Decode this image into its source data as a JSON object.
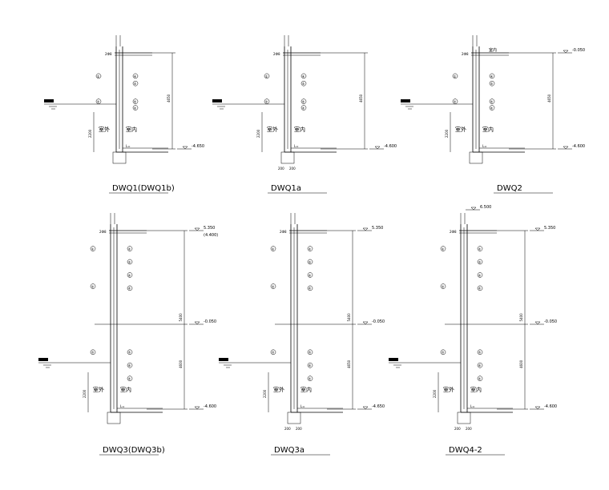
{
  "sections": [
    {
      "title": "DWQ1(DWQ1b)",
      "top_dim": "2Ф8",
      "top_level": "",
      "bottom_level": "-4.650",
      "height_dim": "4650",
      "left_dims": [
        "2200"
      ],
      "outside_label": "室外",
      "inside_label": "室内",
      "footing_label": "L=",
      "has_footing_dims": false,
      "mid_level": ""
    },
    {
      "title": "DWQ1a",
      "top_dim": "2Ф8",
      "top_level": "",
      "bottom_level": "-4.600",
      "height_dim": "4650",
      "left_dims": [
        "2200"
      ],
      "outside_label": "室外",
      "inside_label": "室内",
      "footing_label": "L=",
      "has_footing_dims": true,
      "footing_dims": [
        "200",
        "200"
      ],
      "mid_level": ""
    },
    {
      "title": "DWQ2",
      "top_dim": "2Ф8",
      "top_level": "-0.050",
      "bottom_level": "-4.600",
      "height_dim": "4650",
      "left_dims": [
        "2200"
      ],
      "outside_label": "室外",
      "inside_label": "室内",
      "top_inside_label": "室内",
      "footing_label": "L=",
      "has_footing_dims": false,
      "mid_level": ""
    },
    {
      "title": "DWQ3(DWQ3b)",
      "top_dim": "2Ф8",
      "top_level": "5.350",
      "top_level_alt": "(4.400)",
      "mid_level": "-0.050",
      "bottom_level": "-4.600",
      "height_dim": "5400",
      "height_dim_lower": "4600",
      "left_dims": [
        "2200"
      ],
      "outside_label": "室外",
      "inside_label": "室内",
      "footing_label": "L=",
      "has_footing_dims": false
    },
    {
      "title": "DWQ3a",
      "top_dim": "2Ф8",
      "top_level": "5.350",
      "mid_level": "-0.050",
      "bottom_level": "-4.650",
      "height_dim": "5400",
      "height_dim_lower": "4650",
      "left_dims": [
        "2200"
      ],
      "outside_label": "室外",
      "inside_label": "室内",
      "footing_label": "L=",
      "has_footing_dims": true,
      "footing_dims": [
        "200",
        "200"
      ]
    },
    {
      "title": "DWQ4-2",
      "top_dim": "2Ф8",
      "top_level": "5.350",
      "top_level_upper": "6.500",
      "mid_level": "-0.050",
      "bottom_level": "-4.600",
      "height_dim": "5400",
      "height_dim_lower": "4600",
      "left_dims": [
        "2200"
      ],
      "outside_label": "室外",
      "inside_label": "室内",
      "footing_label": "L=",
      "has_footing_dims": true,
      "footing_dims": [
        "200",
        "200"
      ]
    }
  ],
  "bubbles": [
    "①",
    "②",
    "③",
    "④",
    "⑤",
    "⑥"
  ]
}
